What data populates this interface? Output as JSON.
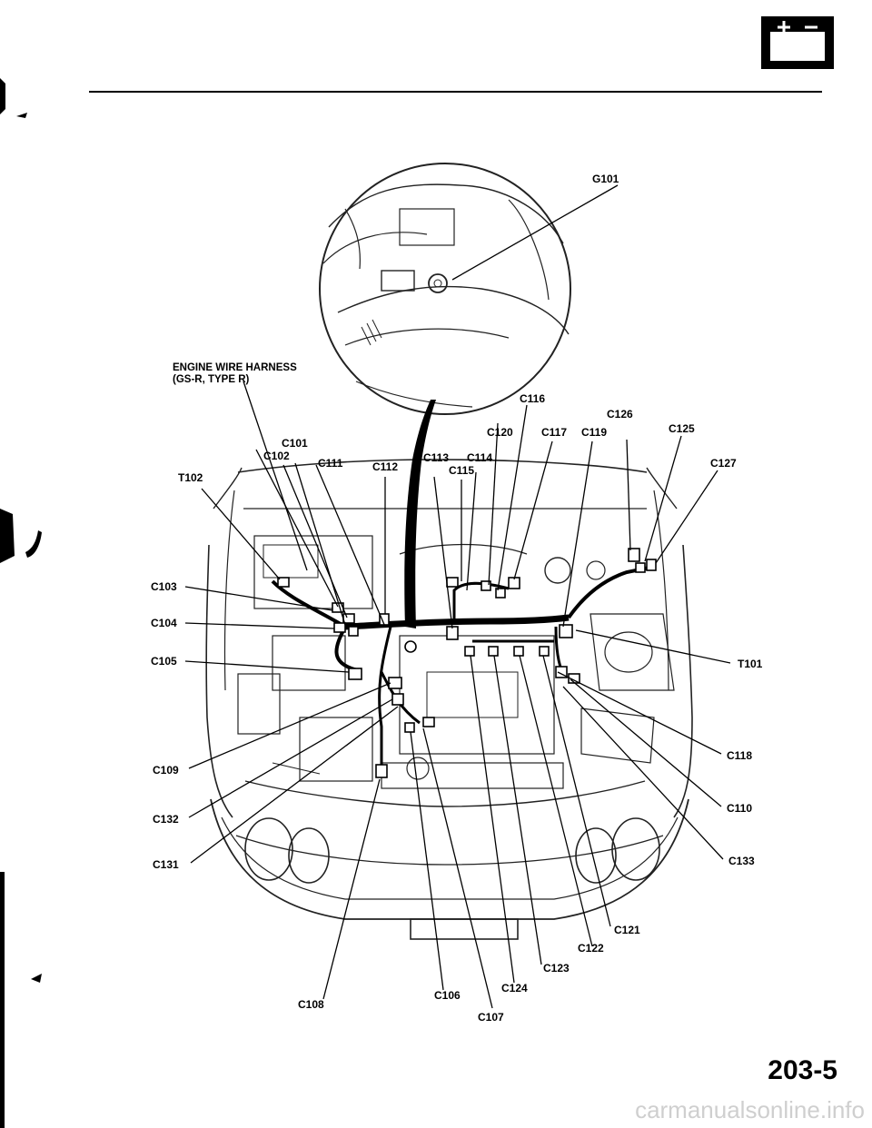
{
  "harness_label_line1": "ENGINE WIRE HARNESS",
  "harness_label_line2": "(GS-R, TYPE R)",
  "page_number": "203-5",
  "watermark": "carmanualsonline.info",
  "labels": {
    "G101": "G101",
    "C116": "C116",
    "C126": "C126",
    "C120": "C120",
    "C117": "C117",
    "C119": "C119",
    "C125": "C125",
    "C101": "C101",
    "C102": "C102",
    "C111": "C111",
    "C112": "C112",
    "C113": "C113",
    "C114": "C114",
    "C115": "C115",
    "C127": "C127",
    "T102": "T102",
    "C103": "C103",
    "C104": "C104",
    "C105": "C105",
    "T101": "T101",
    "C118": "C118",
    "C109": "C109",
    "C110": "C110",
    "C132": "C132",
    "C131": "C131",
    "C133": "C133",
    "C121": "C121",
    "C122": "C122",
    "C108": "C108",
    "C123": "C123",
    "C106": "C106",
    "C124": "C124",
    "C107": "C107"
  },
  "colors": {
    "ink": "#000000",
    "watermark": "#cfcfcf"
  },
  "icons": [
    "battery-icon"
  ]
}
